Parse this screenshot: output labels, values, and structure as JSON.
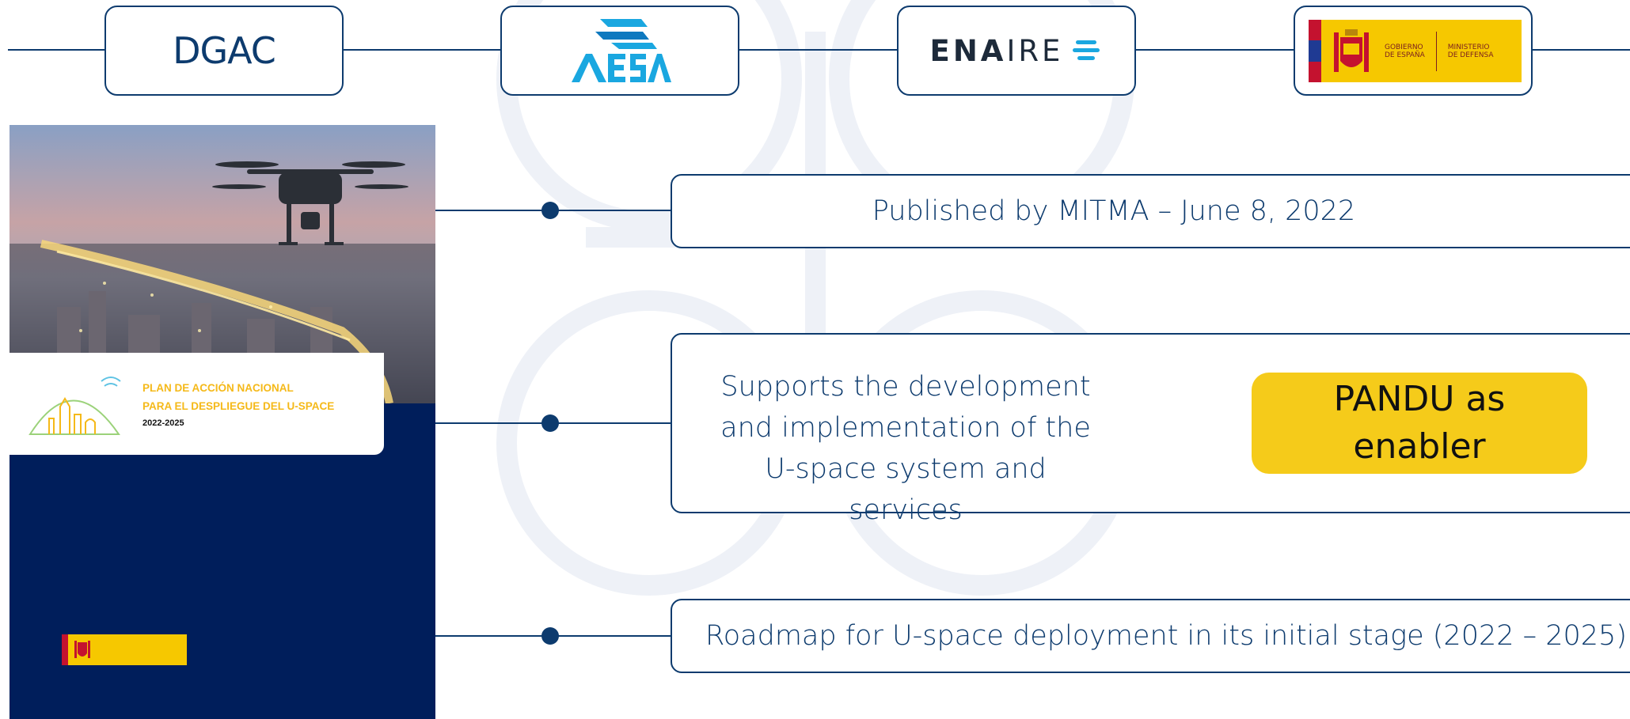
{
  "logos": {
    "dgac": {
      "label": "DGAC"
    },
    "aesa": {
      "label": "AESA"
    },
    "enaire": {
      "bold": "ENA",
      "light": "IRE"
    },
    "gobierno": {
      "line1": "GOBIERNO",
      "line2": "DE ESPAÑA",
      "line3": "MINISTERIO",
      "line4": "DE DEFENSA"
    }
  },
  "document_cover": {
    "title_line1": "PLAN DE ACCIÓN NACIONAL",
    "title_line2": "PARA EL DESPLIEGUE DEL U-SPACE",
    "years": "2022-2025"
  },
  "info": {
    "published": "Published by MITMA – June 8, 2022",
    "supports": "Supports the development and implementation of the U-space system and services",
    "pandu_badge": "PANDU as enabler",
    "roadmap": "Roadmap for U-space deployment in its initial stage (2022 – 2025)"
  },
  "colors": {
    "primary": "#0d3b6e",
    "accent_yellow": "#f5cb1a",
    "cover_navy": "#001e5b",
    "aesa_cyan": "#1aa7e0"
  }
}
